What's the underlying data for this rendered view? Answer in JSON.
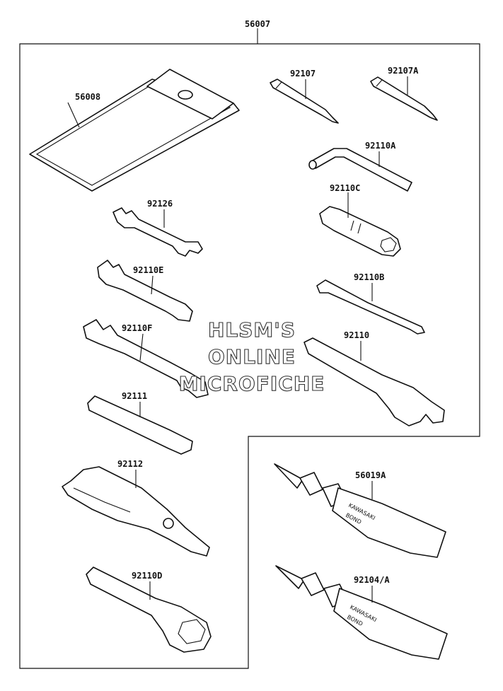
{
  "assembly_number": "56007",
  "watermark": [
    "HLSM'S",
    "ONLINE",
    "MICROFICHE"
  ],
  "tube_text": [
    "KAWASAKI",
    "BOND"
  ],
  "parts": {
    "p56008": "56008",
    "p92107": "92107",
    "p92107A": "92107A",
    "p92110A": "92110A",
    "p92126": "92126",
    "p92110C": "92110C",
    "p92110E": "92110E",
    "p92110B": "92110B",
    "p92110F": "92110F",
    "p92110": "92110",
    "p92111": "92111",
    "p92112": "92112",
    "p56019A": "56019A",
    "p92110D": "92110D",
    "p92104A": "92104/A"
  }
}
